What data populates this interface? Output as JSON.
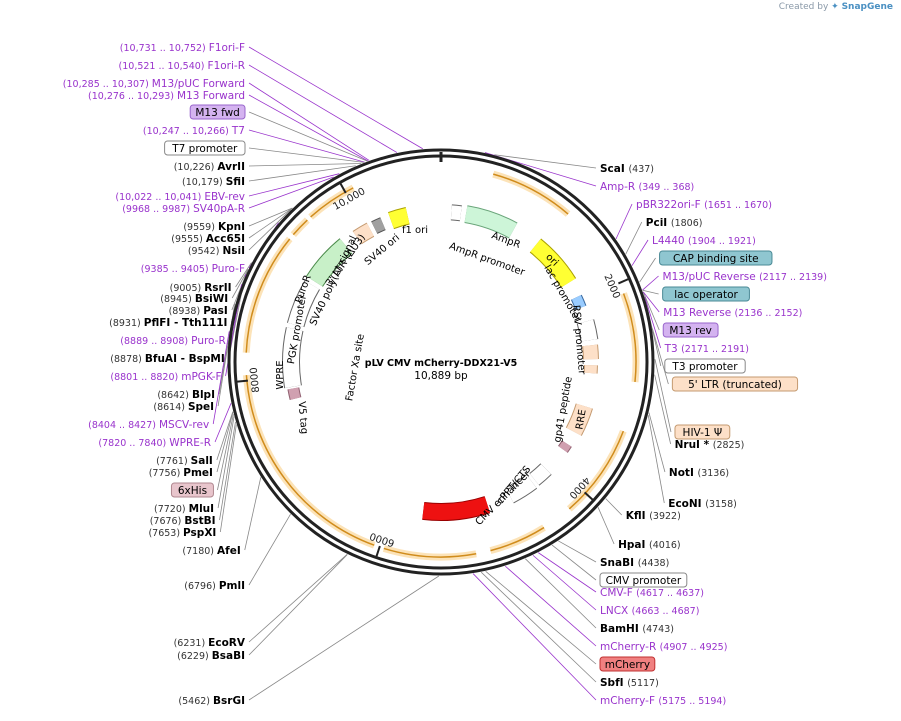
{
  "watermark": {
    "created_by": "Created by",
    "brand": "SnapGene"
  },
  "plasmid": {
    "name": "pLV CMV mCherry-DDX21-V5",
    "length": "10,889 bp",
    "total_bp": 10889
  },
  "ruler_ticks": [
    {
      "label": "2000",
      "pos": 2000
    },
    {
      "label": "4000",
      "pos": 4000
    },
    {
      "label": "6000",
      "pos": 6000
    },
    {
      "label": "8000",
      "pos": 8000
    },
    {
      "label": "10,000",
      "pos": 10000
    }
  ],
  "labels": [
    {
      "kind": "primer",
      "name": "F1ori-F",
      "range": "(10,731 .. 10,752)",
      "pos": 10741
    },
    {
      "kind": "primer",
      "name": "F1ori-R",
      "range": "(10,521 .. 10,540)",
      "pos": 10530
    },
    {
      "kind": "primer",
      "name": "M13/pUC Forward",
      "range": "(10,285 .. 10,307)",
      "pos": 10296
    },
    {
      "kind": "primer",
      "name": "M13 Forward",
      "range": "(10,276 .. 10,293)",
      "pos": 10284
    },
    {
      "kind": "feature",
      "name": "M13 fwd",
      "fill": "#d4b3f0",
      "stroke": "#9966cc",
      "pos": 10280
    },
    {
      "kind": "primer",
      "name": "T7",
      "range": "(10,247 .. 10,266)",
      "pos": 10256
    },
    {
      "kind": "feature",
      "name": "T7 promoter",
      "fill": "#ffffff",
      "stroke": "#888888",
      "pos": 10250
    },
    {
      "kind": "site",
      "name": "AvrII",
      "range": "(10,226)",
      "pos": 10226
    },
    {
      "kind": "site",
      "name": "SfiI",
      "range": "(10,179)",
      "pos": 10179
    },
    {
      "kind": "primer",
      "name": "EBV-rev",
      "range": "(10,022 .. 10,041)",
      "pos": 10031
    },
    {
      "kind": "primer",
      "name": "SV40pA-R",
      "range": "(9968 .. 9987)",
      "pos": 9977
    },
    {
      "kind": "site",
      "name": "KpnI",
      "range": "(9559)",
      "pos": 9559
    },
    {
      "kind": "site",
      "name": "Acc65I",
      "range": "(9555)",
      "pos": 9555
    },
    {
      "kind": "site",
      "name": "NsiI",
      "range": "(9542)",
      "pos": 9542
    },
    {
      "kind": "primer",
      "name": "Puro-F",
      "range": "(9385 .. 9405)",
      "pos": 9395
    },
    {
      "kind": "site",
      "name": "RsrII",
      "range": "(9005)",
      "pos": 9005
    },
    {
      "kind": "site",
      "name": "BsiWI",
      "range": "(8945)",
      "pos": 8945
    },
    {
      "kind": "site",
      "name": "PasI",
      "range": "(8938)",
      "pos": 8938
    },
    {
      "kind": "site",
      "name": "PflFI  -  Tth111I",
      "range": "(8931)",
      "pos": 8931
    },
    {
      "kind": "primer",
      "name": "Puro-R",
      "range": "(8889 .. 8908)",
      "pos": 8898
    },
    {
      "kind": "site",
      "name": "BfuAI  -  BspMI",
      "range": "(8878)",
      "pos": 8878
    },
    {
      "kind": "primer",
      "name": "mPGK-F",
      "range": "(8801 .. 8820)",
      "pos": 8810
    },
    {
      "kind": "site",
      "name": "BlpI",
      "range": "(8642)",
      "pos": 8642
    },
    {
      "kind": "site",
      "name": "SpeI",
      "range": "(8614)",
      "pos": 8614
    },
    {
      "kind": "primer",
      "name": "MSCV-rev",
      "range": "(8404 .. 8427)",
      "pos": 8415
    },
    {
      "kind": "primer",
      "name": "WPRE-R",
      "range": "(7820 .. 7840)",
      "pos": 7830
    },
    {
      "kind": "site",
      "name": "SalI",
      "range": "(7761)",
      "pos": 7761
    },
    {
      "kind": "site",
      "name": "PmeI",
      "range": "(7756)",
      "pos": 7756
    },
    {
      "kind": "feature",
      "name": "6xHis",
      "fill": "#e8c5cc",
      "stroke": "#b08890",
      "pos": 7740
    },
    {
      "kind": "site",
      "name": "MluI",
      "range": "(7720)",
      "pos": 7720
    },
    {
      "kind": "site",
      "name": "BstBI",
      "range": "(7676)",
      "pos": 7676
    },
    {
      "kind": "site",
      "name": "PspXI",
      "range": "(7653)",
      "pos": 7653
    },
    {
      "kind": "site",
      "name": "AfeI",
      "range": "(7180)",
      "pos": 7180
    },
    {
      "kind": "site",
      "name": "PmlI",
      "range": "(6796)",
      "pos": 6796
    },
    {
      "kind": "site",
      "name": "EcoRV",
      "range": "(6231)",
      "pos": 6231
    },
    {
      "kind": "site",
      "name": "BsaBI",
      "range": "(6229)",
      "pos": 6229
    },
    {
      "kind": "site",
      "name": "BsrGI",
      "range": "(5462)",
      "pos": 5462
    },
    {
      "kind": "primer",
      "name": "mCherry-F",
      "range": "(5175 .. 5194)",
      "pos": 5184
    },
    {
      "kind": "site",
      "name": "SbfI",
      "range": "(5117)",
      "pos": 5117
    },
    {
      "kind": "feature",
      "name": "mCherry",
      "fill": "#f08080",
      "stroke": "#c03030",
      "pos": 5080
    },
    {
      "kind": "primer",
      "name": "mCherry-R",
      "range": "(4907 .. 4925)",
      "pos": 4916
    },
    {
      "kind": "site",
      "name": "BamHI",
      "range": "(4743)",
      "pos": 4743
    },
    {
      "kind": "primer",
      "name": "LNCX",
      "range": "(4663 .. 4687)",
      "pos": 4675
    },
    {
      "kind": "primer",
      "name": "CMV-F",
      "range": "(4617 .. 4637)",
      "pos": 4627
    },
    {
      "kind": "feature",
      "name": "CMV promoter",
      "fill": "#ffffff",
      "stroke": "#888888",
      "pos": 4500
    },
    {
      "kind": "site",
      "name": "SnaBI",
      "range": "(4438)",
      "pos": 4438
    },
    {
      "kind": "site",
      "name": "HpaI",
      "range": "(4016)",
      "pos": 4016
    },
    {
      "kind": "site",
      "name": "KflI",
      "range": "(3922)",
      "pos": 3922
    },
    {
      "kind": "site",
      "name": "EcoNI",
      "range": "(3158)",
      "pos": 3158
    },
    {
      "kind": "site",
      "name": "NotI",
      "range": "(3136)",
      "pos": 3136
    },
    {
      "kind": "site",
      "name": "NruI *",
      "range": "(2825)",
      "pos": 2825
    },
    {
      "kind": "feature",
      "name": "HIV-1 Ψ",
      "fill": "#fde0c8",
      "stroke": "#c49a70",
      "pos": 2700
    },
    {
      "kind": "feature",
      "name": "5' LTR (truncated)",
      "fill": "#fde0c8",
      "stroke": "#c49a70",
      "pos": 2450
    },
    {
      "kind": "feature",
      "name": "T3 promoter",
      "fill": "#ffffff",
      "stroke": "#888888",
      "pos": 2185
    },
    {
      "kind": "primer",
      "name": "T3",
      "range": "(2171 .. 2191)",
      "pos": 2181
    },
    {
      "kind": "feature",
      "name": "M13 rev",
      "fill": "#d4b3f0",
      "stroke": "#9966cc",
      "pos": 2145
    },
    {
      "kind": "primer",
      "name": "M13 Reverse",
      "range": "(2136 .. 2152)",
      "pos": 2144
    },
    {
      "kind": "feature",
      "name": "lac operator",
      "fill": "#8fc6d0",
      "stroke": "#4a8a96",
      "pos": 2130
    },
    {
      "kind": "primer",
      "name": "M13/pUC Reverse",
      "range": "(2117 .. 2139)",
      "pos": 2128
    },
    {
      "kind": "feature",
      "name": "CAP binding site",
      "fill": "#8fc6d0",
      "stroke": "#4a8a96",
      "pos": 2060
    },
    {
      "kind": "primer",
      "name": "L4440",
      "range": "(1904 .. 1921)",
      "pos": 1912
    },
    {
      "kind": "site",
      "name": "PciI",
      "range": "(1806)",
      "pos": 1806
    },
    {
      "kind": "primer",
      "name": "pBR322ori-F",
      "range": "(1651 .. 1670)",
      "pos": 1660
    },
    {
      "kind": "primer",
      "name": "Amp-R",
      "range": "(349 .. 368)",
      "pos": 358
    },
    {
      "kind": "site",
      "name": "ScaI",
      "range": "(437)",
      "pos": 437
    }
  ],
  "inner_labels": [
    {
      "name": "f1 ori"
    },
    {
      "name": "AmpR"
    },
    {
      "name": "AmpR promoter"
    },
    {
      "name": "ori"
    },
    {
      "name": "lac promoter"
    },
    {
      "name": "RSV promoter"
    },
    {
      "name": "gp41 peptide"
    },
    {
      "name": "RRE"
    },
    {
      "name": "cPPT/CTS"
    },
    {
      "name": "CMV enhancer"
    },
    {
      "name": "Factor Xa site"
    },
    {
      "name": "V5 tag"
    },
    {
      "name": "WPRE"
    },
    {
      "name": "PGK promoter"
    },
    {
      "name": "PuroR"
    },
    {
      "name": "SV40 poly(A) signal"
    },
    {
      "name": "3' LTR (ΔU3)"
    },
    {
      "name": "SV40 ori"
    }
  ],
  "colors": {
    "primer": "#9933cc",
    "site": "#000000",
    "range": "#333333",
    "orf": "#f0a030",
    "backbone": "#222222"
  }
}
